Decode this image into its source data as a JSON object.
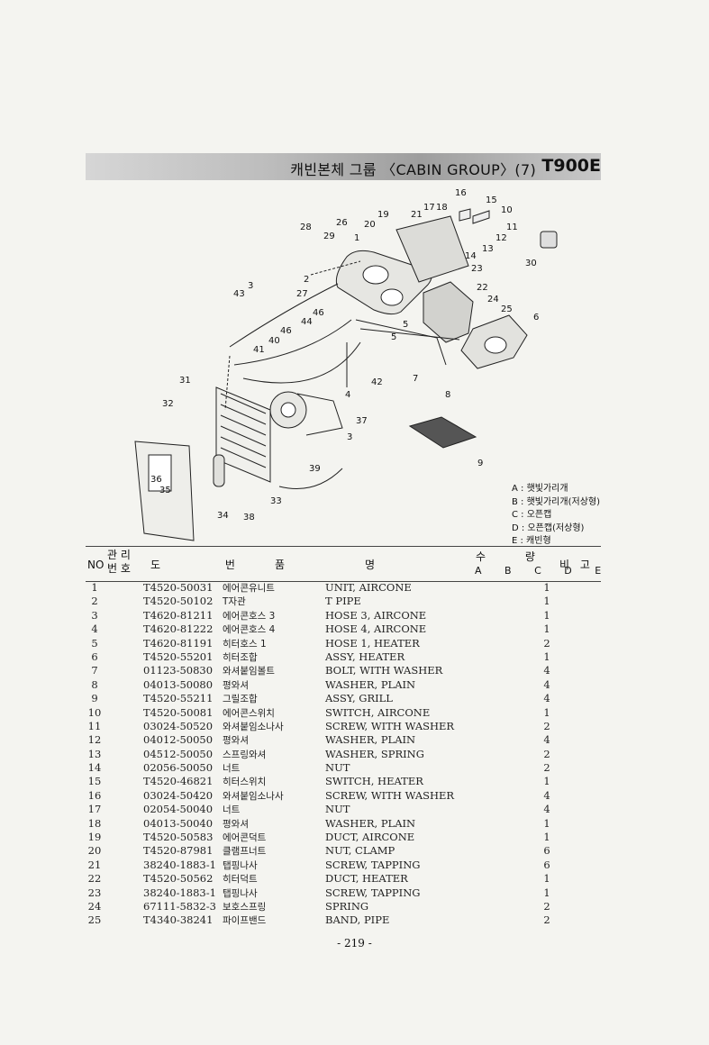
{
  "header": {
    "title": "캐빈본체 그룹 〈CABIN GROUP〉(7)",
    "model": "T900E"
  },
  "diagram": {
    "callouts": [
      "1",
      "2",
      "3",
      "4",
      "5",
      "6",
      "7",
      "8",
      "9",
      "10",
      "11",
      "12",
      "13",
      "14",
      "15",
      "16",
      "17",
      "18",
      "19",
      "20",
      "21",
      "22",
      "23",
      "24",
      "25",
      "26",
      "27",
      "28",
      "29",
      "30",
      "31",
      "32",
      "33",
      "34",
      "35",
      "36",
      "37",
      "38",
      "39",
      "40",
      "41",
      "42",
      "43",
      "44",
      "46",
      "3",
      "5"
    ]
  },
  "legend": [
    "A : 햇빛가리개",
    "B : 햇빛가리개(저상형)",
    "C : 오픈캡",
    "D : 오픈캡(저상형)",
    "E : 캐빈형"
  ],
  "table": {
    "headers": {
      "no": "NO",
      "mgmt_top": "관 리",
      "mgmt_bottom": "번 호",
      "drawing": "도 번",
      "name_kr": "품",
      "name_en": "명",
      "qty": "수 량",
      "qty_cols": "A B C D E",
      "remarks": "비 고"
    },
    "rows": [
      {
        "no": "1",
        "part": "T4520-50031",
        "kr": "에어콘유니트",
        "en": "UNIT, AIRCONE",
        "qty": "1"
      },
      {
        "no": "2",
        "part": "T4520-50102",
        "kr": "T자관",
        "en": "T PIPE",
        "qty": "1"
      },
      {
        "no": "3",
        "part": "T4620-81211",
        "kr": "에어콘호스 3",
        "en": "HOSE 3, AIRCONE",
        "qty": "1"
      },
      {
        "no": "4",
        "part": "T4620-81222",
        "kr": "에어콘호스 4",
        "en": "HOSE 4, AIRCONE",
        "qty": "1"
      },
      {
        "no": "5",
        "part": "T4620-81191",
        "kr": "히터호스 1",
        "en": "HOSE 1, HEATER",
        "qty": "2"
      },
      {
        "no": "6",
        "part": "T4520-55201",
        "kr": "히터조합",
        "en": "ASSY, HEATER",
        "qty": "1"
      },
      {
        "no": "7",
        "part": "01123-50830",
        "kr": "와셔붙임볼트",
        "en": "BOLT, WITH WASHER",
        "qty": "4"
      },
      {
        "no": "8",
        "part": "04013-50080",
        "kr": "평와셔",
        "en": "WASHER, PLAIN",
        "qty": "4"
      },
      {
        "no": "9",
        "part": "T4520-55211",
        "kr": "그릴조합",
        "en": "ASSY, GRILL",
        "qty": "4"
      },
      {
        "no": "10",
        "part": "T4520-50081",
        "kr": "에어콘스위치",
        "en": "SWITCH, AIRCONE",
        "qty": "1"
      },
      {
        "no": "11",
        "part": "03024-50520",
        "kr": "와셔붙임소나사",
        "en": "SCREW, WITH WASHER",
        "qty": "2"
      },
      {
        "no": "12",
        "part": "04012-50050",
        "kr": "평와셔",
        "en": "WASHER, PLAIN",
        "qty": "4"
      },
      {
        "no": "13",
        "part": "04512-50050",
        "kr": "스프링와셔",
        "en": "WASHER, SPRING",
        "qty": "2"
      },
      {
        "no": "14",
        "part": "02056-50050",
        "kr": "너트",
        "en": "NUT",
        "qty": "2"
      },
      {
        "no": "15",
        "part": "T4520-46821",
        "kr": "히터스위치",
        "en": "SWITCH, HEATER",
        "qty": "1"
      },
      {
        "no": "16",
        "part": "03024-50420",
        "kr": "와셔붙임소나사",
        "en": "SCREW, WITH WASHER",
        "qty": "4"
      },
      {
        "no": "17",
        "part": "02054-50040",
        "kr": "너트",
        "en": "NUT",
        "qty": "4"
      },
      {
        "no": "18",
        "part": "04013-50040",
        "kr": "평와셔",
        "en": "WASHER, PLAIN",
        "qty": "1"
      },
      {
        "no": "19",
        "part": "T4520-50583",
        "kr": "에어콘덕트",
        "en": "DUCT, AIRCONE",
        "qty": "1"
      },
      {
        "no": "20",
        "part": "T4520-87981",
        "kr": "클램프너트",
        "en": "NUT, CLAMP",
        "qty": "6"
      },
      {
        "no": "21",
        "part": "38240-1883-1",
        "kr": "탭핑나사",
        "en": "SCREW, TAPPING",
        "qty": "6"
      },
      {
        "no": "22",
        "part": "T4520-50562",
        "kr": "히터덕트",
        "en": "DUCT, HEATER",
        "qty": "1"
      },
      {
        "no": "23",
        "part": "38240-1883-1",
        "kr": "탭핑나사",
        "en": "SCREW, TAPPING",
        "qty": "1"
      },
      {
        "no": "24",
        "part": "67111-5832-3",
        "kr": "보호스프링",
        "en": "SPRING",
        "qty": "2"
      },
      {
        "no": "25",
        "part": "T4340-38241",
        "kr": "파이프밴드",
        "en": "BAND, PIPE",
        "qty": "2"
      }
    ]
  },
  "page_number": "- 219 -"
}
